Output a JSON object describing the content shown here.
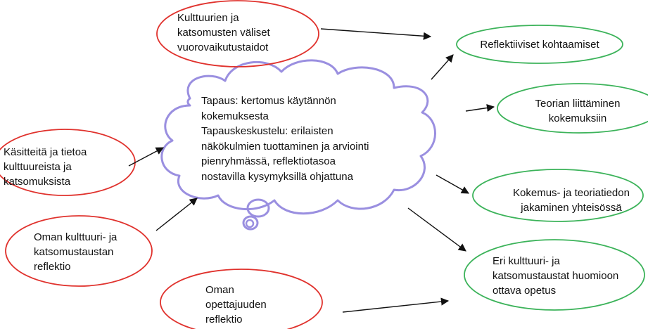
{
  "colors": {
    "input_outline": "#e0322d",
    "output_outline": "#3cb35a",
    "cloud_outline": "#9a8fe0",
    "arrow": "#111111"
  },
  "cloud": {
    "shape": "thought-bubble-icon",
    "text": "Tapaus: kertomus käytännön\nkokemuksesta\nTapauskeskustelu: erilaisten\nnäkökulmien tuottaminen ja arviointi\npienryhmässä, reflektiotasoa\nnostavilla kysymyksillä ohjattuna"
  },
  "inputs": [
    {
      "text": "Kulttuurien ja\nkatsomusten väliset\nvuorovaikutustaidot"
    },
    {
      "text": "Käsitteitä ja tietoa\nkulttuureista ja\nkatsomuksista"
    },
    {
      "text": "Oman kulttuuri- ja\nkatsomustaustan\nreflektio"
    },
    {
      "text": "Oman\nopettajuuden\nreflektio"
    }
  ],
  "outputs": [
    {
      "text": "Reflektiiviset kohtaamiset"
    },
    {
      "text": "Teorian liittäminen\nkokemuksiin"
    },
    {
      "text": "Kokemus- ja teoriatiedon\njakaminen yhteisössä"
    },
    {
      "text": "Eri kulttuuri- ja\nkatsomustaustat huomioon\nottava opetus"
    }
  ]
}
